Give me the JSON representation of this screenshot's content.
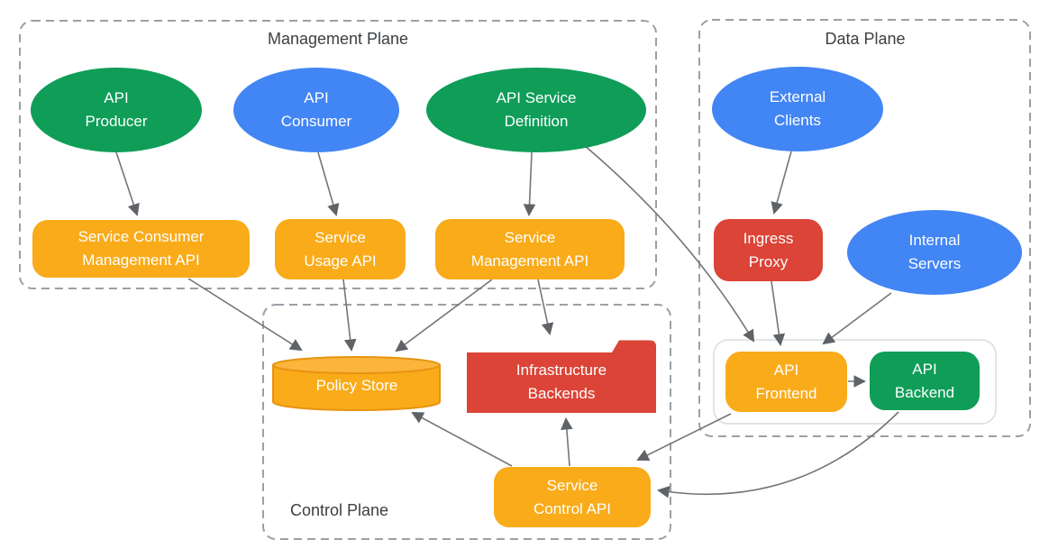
{
  "diagram": {
    "planes": {
      "management": {
        "label": "Management Plane"
      },
      "data": {
        "label": "Data Plane"
      },
      "control": {
        "label": "Control Plane"
      }
    },
    "nodes": {
      "api_producer": {
        "label": "API\nProducer",
        "shape": "ellipse",
        "color": "#0F9D58"
      },
      "api_consumer": {
        "label": "API\nConsumer",
        "shape": "ellipse",
        "color": "#4285F4"
      },
      "api_service_definition": {
        "label": "API Service\nDefinition",
        "shape": "ellipse",
        "color": "#0F9D58"
      },
      "service_consumer_management_api": {
        "label": "Service Consumer\nManagement API",
        "shape": "rounded-rect",
        "color": "#F9AB1A"
      },
      "service_usage_api": {
        "label": "Service\nUsage API",
        "shape": "rounded-rect",
        "color": "#F9AB1A"
      },
      "service_management_api": {
        "label": "Service\nManagement API",
        "shape": "rounded-rect",
        "color": "#F9AB1A"
      },
      "external_clients": {
        "label": "External\nClients",
        "shape": "ellipse",
        "color": "#4285F4"
      },
      "ingress_proxy": {
        "label": "Ingress\nProxy",
        "shape": "rounded-rect",
        "color": "#DB4437"
      },
      "internal_servers": {
        "label": "Internal\nServers",
        "shape": "ellipse",
        "color": "#4285F4"
      },
      "api_frontend": {
        "label": "API\nFrontend",
        "shape": "rounded-rect",
        "color": "#F9AB1A"
      },
      "api_backend": {
        "label": "API\nBackend",
        "shape": "rounded-rect",
        "color": "#0F9D58"
      },
      "policy_store": {
        "label": "Policy Store",
        "shape": "cylinder",
        "color": "#F9AB1A"
      },
      "infrastructure_backends": {
        "label": "Infrastructure\nBackends",
        "shape": "folder",
        "color": "#DB4437"
      },
      "service_control_api": {
        "label": "Service\nControl API",
        "shape": "rounded-rect",
        "color": "#F9AB1A"
      }
    },
    "edges": [
      {
        "from": "api_producer",
        "to": "service_consumer_management_api"
      },
      {
        "from": "api_consumer",
        "to": "service_usage_api"
      },
      {
        "from": "api_service_definition",
        "to": "service_management_api"
      },
      {
        "from": "api_service_definition",
        "to": "api_frontend"
      },
      {
        "from": "service_consumer_management_api",
        "to": "policy_store"
      },
      {
        "from": "service_usage_api",
        "to": "policy_store"
      },
      {
        "from": "service_management_api",
        "to": "policy_store"
      },
      {
        "from": "service_management_api",
        "to": "infrastructure_backends"
      },
      {
        "from": "external_clients",
        "to": "ingress_proxy"
      },
      {
        "from": "ingress_proxy",
        "to": "api_frontend"
      },
      {
        "from": "internal_servers",
        "to": "api_frontend"
      },
      {
        "from": "api_frontend",
        "to": "api_backend"
      },
      {
        "from": "api_frontend",
        "to": "service_control_api"
      },
      {
        "from": "api_backend",
        "to": "service_control_api"
      },
      {
        "from": "service_control_api",
        "to": "policy_store"
      },
      {
        "from": "service_control_api",
        "to": "infrastructure_backends"
      }
    ],
    "colors": {
      "green": "#0F9D58",
      "blue": "#4285F4",
      "red": "#DB4437",
      "orange": "#F9AB1A",
      "orange_dark": "#E79310",
      "orange_light": "#FBB53C",
      "arrow": "#757575",
      "plane_border": "#9AA0A6",
      "plane_title": "#3C4043",
      "container_border": "#DADCE0",
      "white": "#FFFFFF"
    }
  }
}
